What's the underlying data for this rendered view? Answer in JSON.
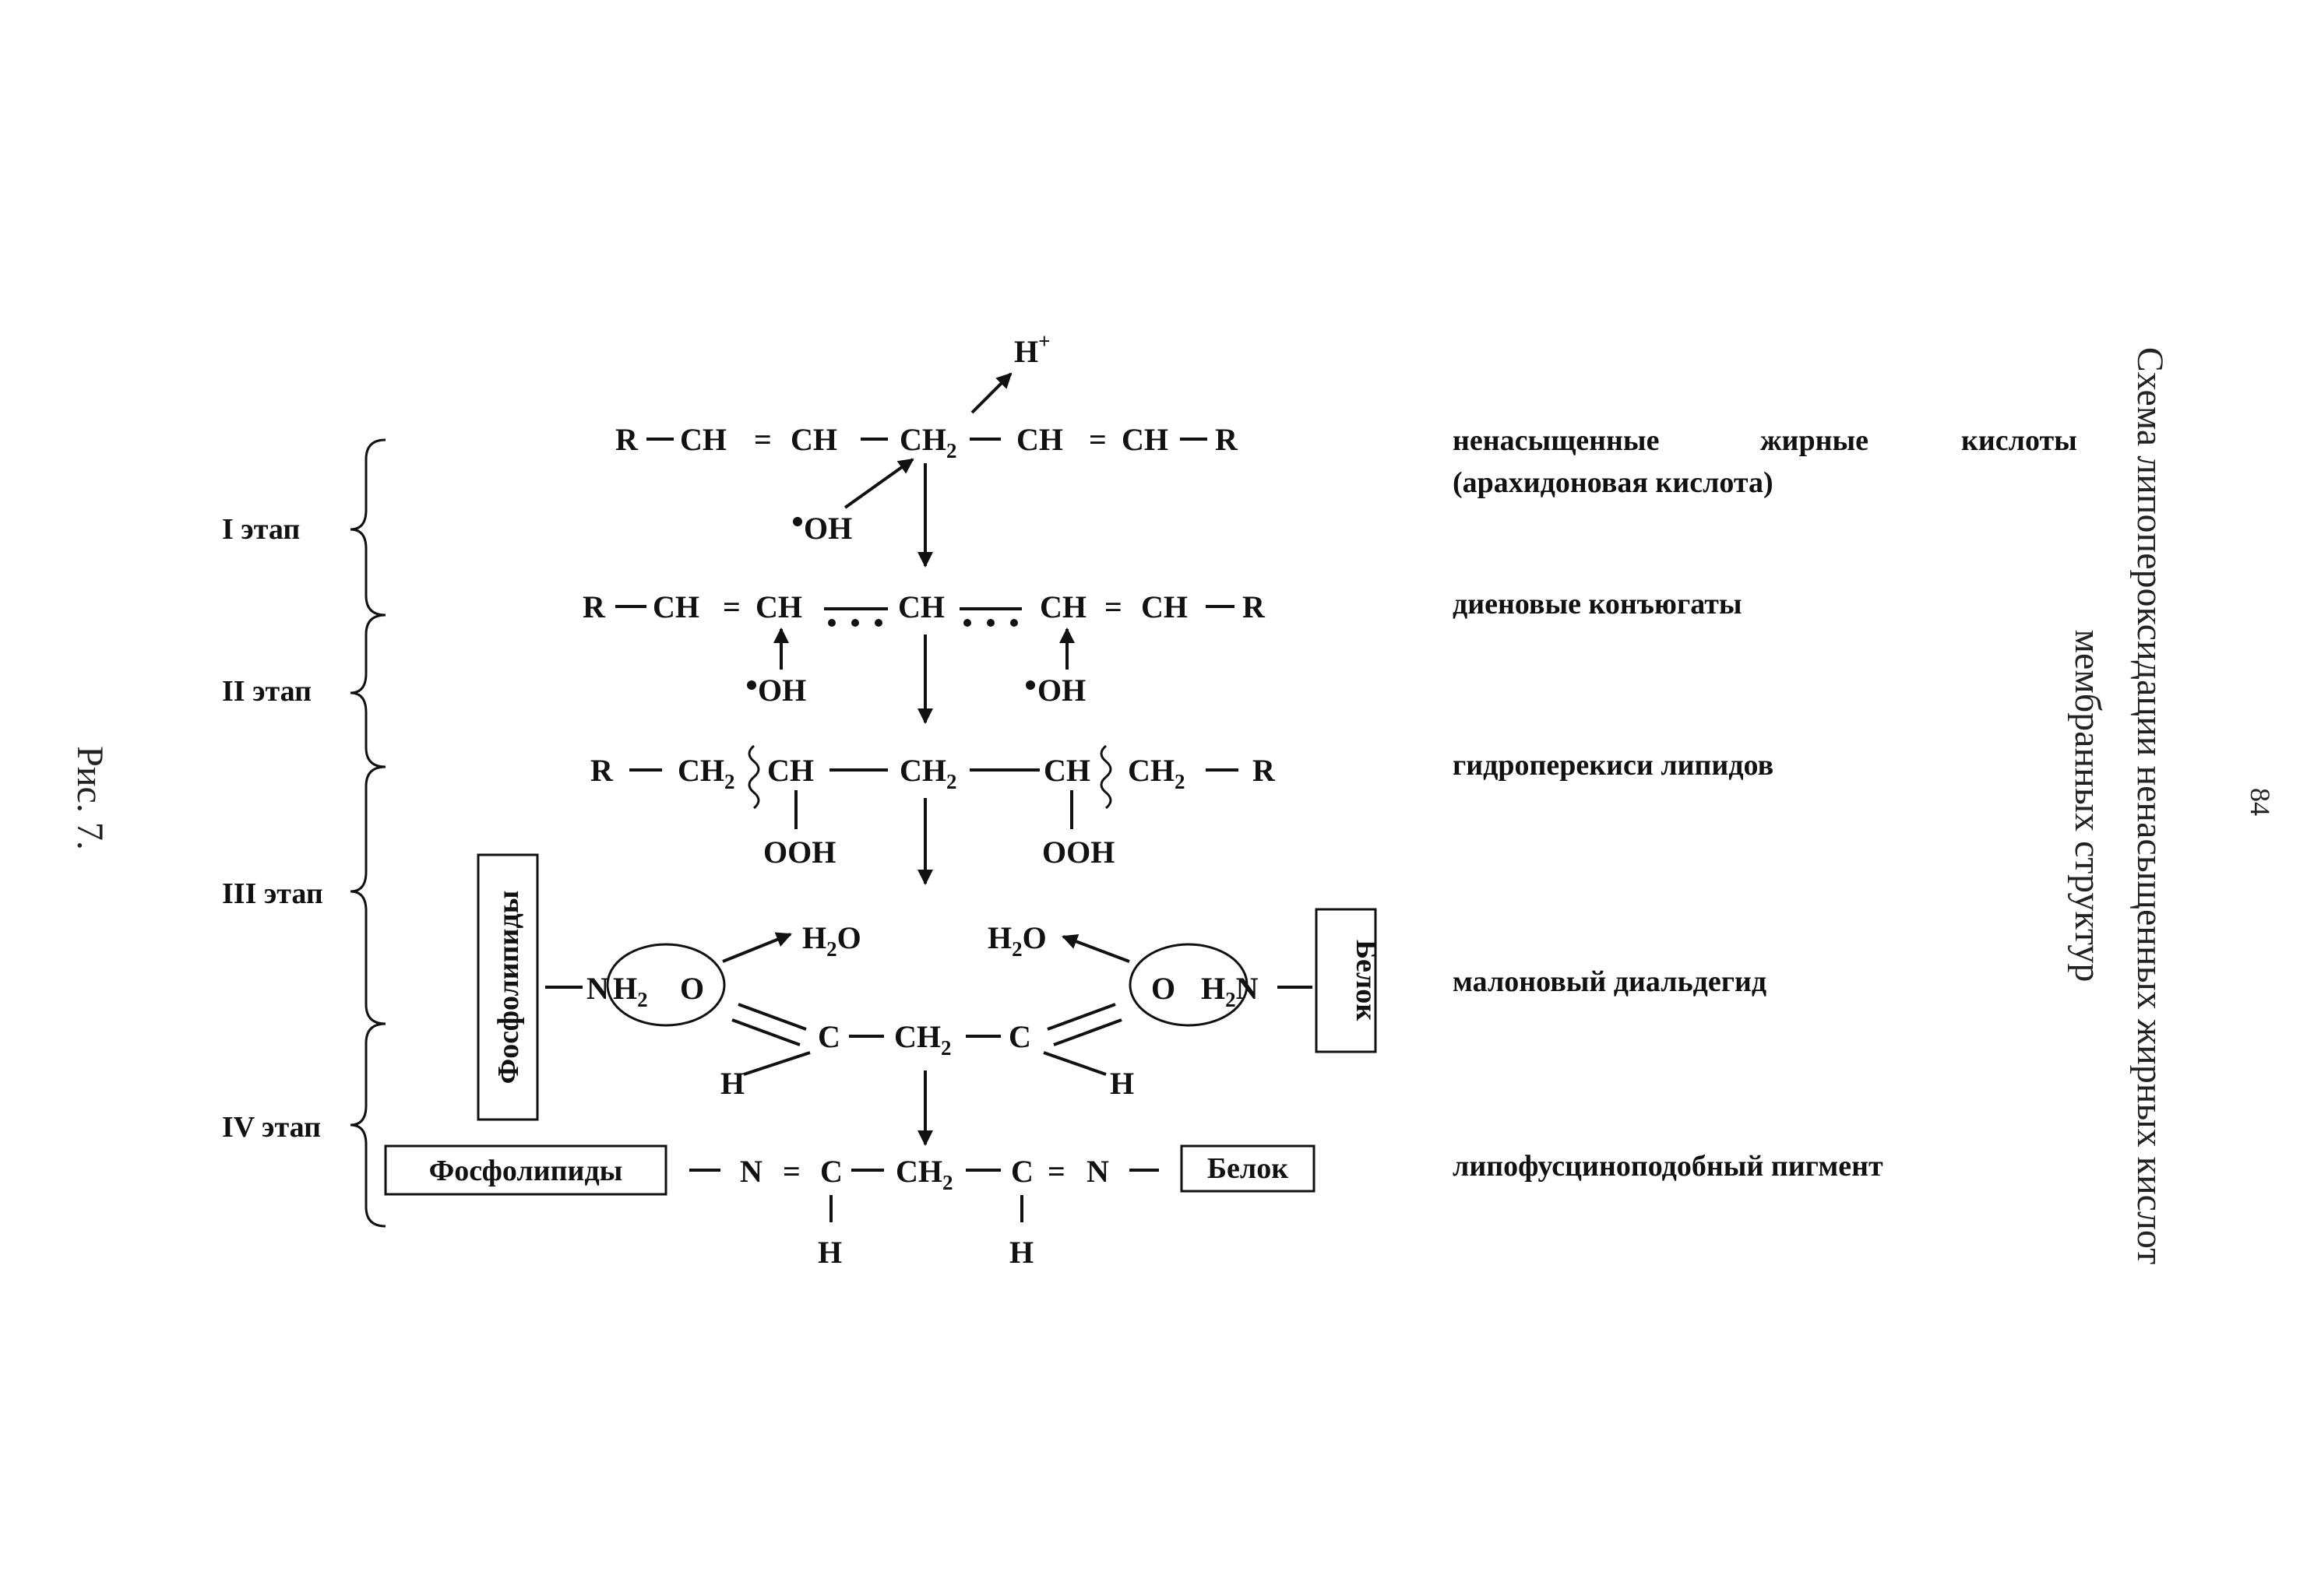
{
  "page_number": "84",
  "figure_caption": "Рис. 7.",
  "title": {
    "line1": "Схема липопероксидации ненасыщенных жирных кислот",
    "line2": "мембранных структур"
  },
  "stages": [
    "I этап",
    "II этап",
    "III этап",
    "IV этап"
  ],
  "descriptions": {
    "d1_w1": "ненасыщенные",
    "d1_w2": "жирные",
    "d1_w3": "кислоты",
    "d1_line2": "(арахидоновая кислота)",
    "d2": "диеновые конъюгаты",
    "d3": "гидроперекиси липидов",
    "d4": "малоновый диальдегид",
    "d5": "липофусциноподобный пигмент"
  },
  "boxes": {
    "phospholipids": "Фосфолипиды",
    "protein": "Белок"
  }
}
